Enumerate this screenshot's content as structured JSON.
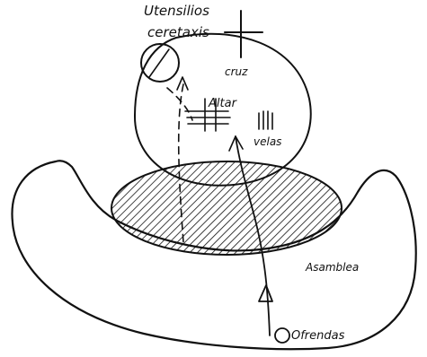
{
  "labels": {
    "utensils": "Utensilios",
    "sacred": "ceretaxis",
    "cross": "cruz",
    "altar": "Altar",
    "candles": "velas",
    "assembly": "Asamblea",
    "offerings": "Ofrendas"
  },
  "colors": {
    "ink": "#111111",
    "paper": "#ffffff"
  },
  "icons": {
    "cross": "cross-icon",
    "candles": "candles-icon",
    "altar": "altar-table-icon",
    "procession_arrow": "arrow-up-icon"
  }
}
